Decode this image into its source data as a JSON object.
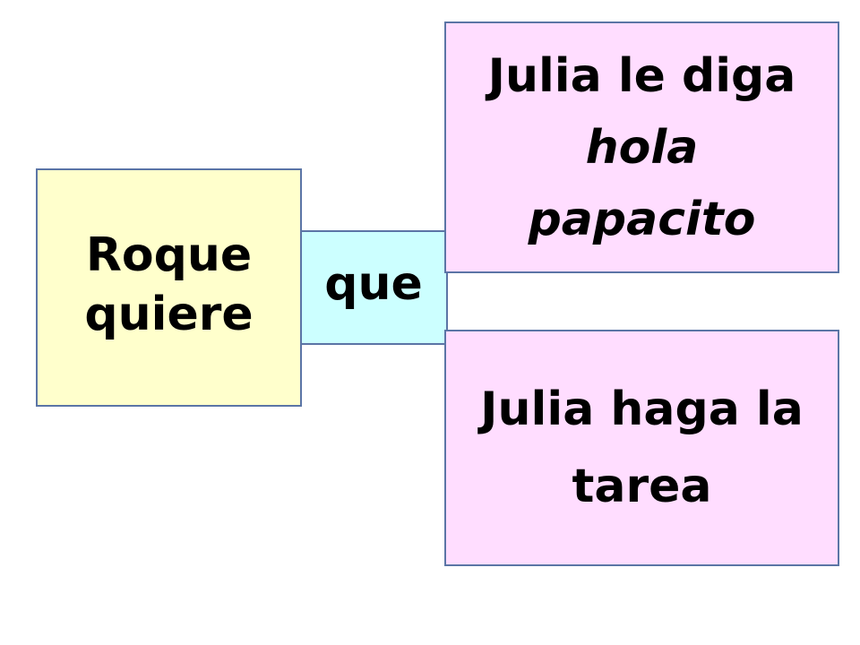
{
  "colors": {
    "left_box_fill": "#ffffcc",
    "middle_box_fill": "#ccffff",
    "right_box_fill": "#ffddff",
    "border": "#5b75a6"
  },
  "boxes": {
    "left": {
      "lines": [
        "Roque",
        "quiere"
      ]
    },
    "middle": {
      "text": "que"
    },
    "top_right": {
      "line1": "Julia le diga",
      "line2": "hola",
      "line3": "papacito"
    },
    "bottom_right": {
      "lines": [
        "Julia haga la",
        "tarea"
      ]
    }
  }
}
